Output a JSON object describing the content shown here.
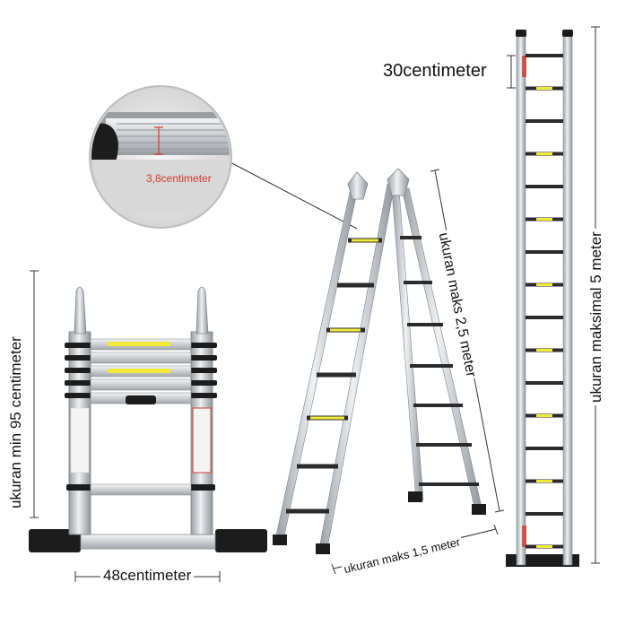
{
  "labels": {
    "rung_height": "3,8centimeter",
    "rung_spacing": "30centimeter",
    "base_width": "48centimeter",
    "min_height": "ukuran min 95 centimeter",
    "a_frame_height": "ukuran maks 2,5 meter",
    "a_frame_spread": "ukuran maks 1,5 meter",
    "max_height": "ukuran maksimal 5 meter"
  },
  "colors": {
    "aluminium": "#c9ccd0",
    "aluminium_dark": "#8c9096",
    "black_parts": "#1c1c1c",
    "rung_yellow": "#f2e93a",
    "label_red": "#d23a2a",
    "dimension_line": "#333333"
  }
}
